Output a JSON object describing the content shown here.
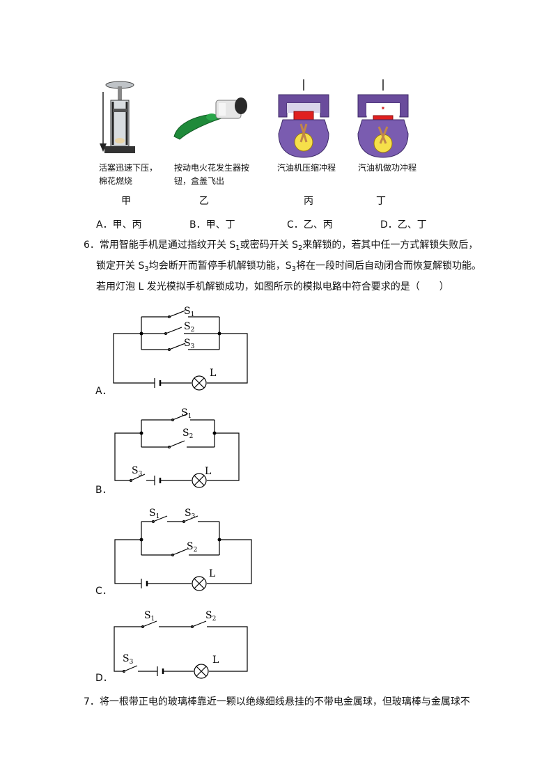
{
  "figures": {
    "jia": {
      "caption_l1": "活塞迅速下压，",
      "caption_l2": "棉花燃烧",
      "label": "甲"
    },
    "yi": {
      "caption_l1": "按动电火花发生器按",
      "caption_l2": "钮，盒盖飞出",
      "label": "乙"
    },
    "bing": {
      "caption": "汽油机压缩冲程",
      "label": "丙"
    },
    "ding": {
      "caption": "汽油机做功冲程",
      "label": "丁"
    }
  },
  "q5_options": [
    {
      "letter": "A．",
      "text": "甲、丙"
    },
    {
      "letter": "B．",
      "text": "甲、丁"
    },
    {
      "letter": "C．",
      "text": "乙、丙"
    },
    {
      "letter": "D．",
      "text": "乙、丁"
    }
  ],
  "q6": {
    "num": "6．",
    "p1a": "常用智能手机是通过指纹开关 S",
    "p1b": "或密码开关 S",
    "p1c": "来解锁的，若其中任一方式解锁失败后，",
    "p2a": "锁定开关 S",
    "p2b": "均会断开而暂停手机解锁功能，S",
    "p2c": "将在一段时间后自动闭合而恢复解锁功能。",
    "p3": "若用灯泡 L 发光模拟手机解锁成功，如图所示的模拟电路中符合要求的是（　　）",
    "sub1": "1",
    "sub2": "2",
    "sub3": "3"
  },
  "circuits": {
    "S": "S",
    "L": "L",
    "s1": "1",
    "s2": "2",
    "s3": "3",
    "A": "A．",
    "B": "B．",
    "C": "C．",
    "D": "D．"
  },
  "q7": {
    "num": "7．",
    "text": "将一根带正电的玻璃棒靠近一颗以绝缘细线悬挂的不带电金属球，但玻璃棒与金属球不"
  }
}
